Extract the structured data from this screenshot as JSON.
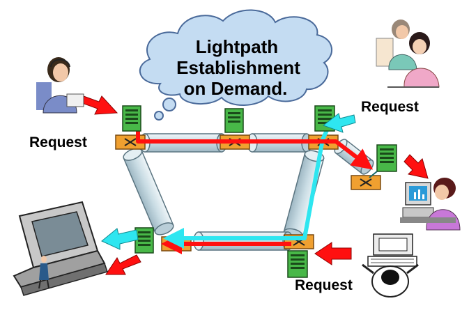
{
  "cloud": {
    "line1": "Lightpath",
    "line2": "Establishment",
    "line3": "on Demand."
  },
  "labels": {
    "request_left": "Request",
    "request_top_right": "Request",
    "request_bottom": "Request"
  },
  "colors": {
    "cloud_fill": "#c4dcf2",
    "fiber_fill": "#cfdfe6",
    "lightpath_red": "#ff1010",
    "lightpath_cyan": "#2ee6f0",
    "switch_orange": "#f0a030",
    "server_green": "#40b040"
  }
}
